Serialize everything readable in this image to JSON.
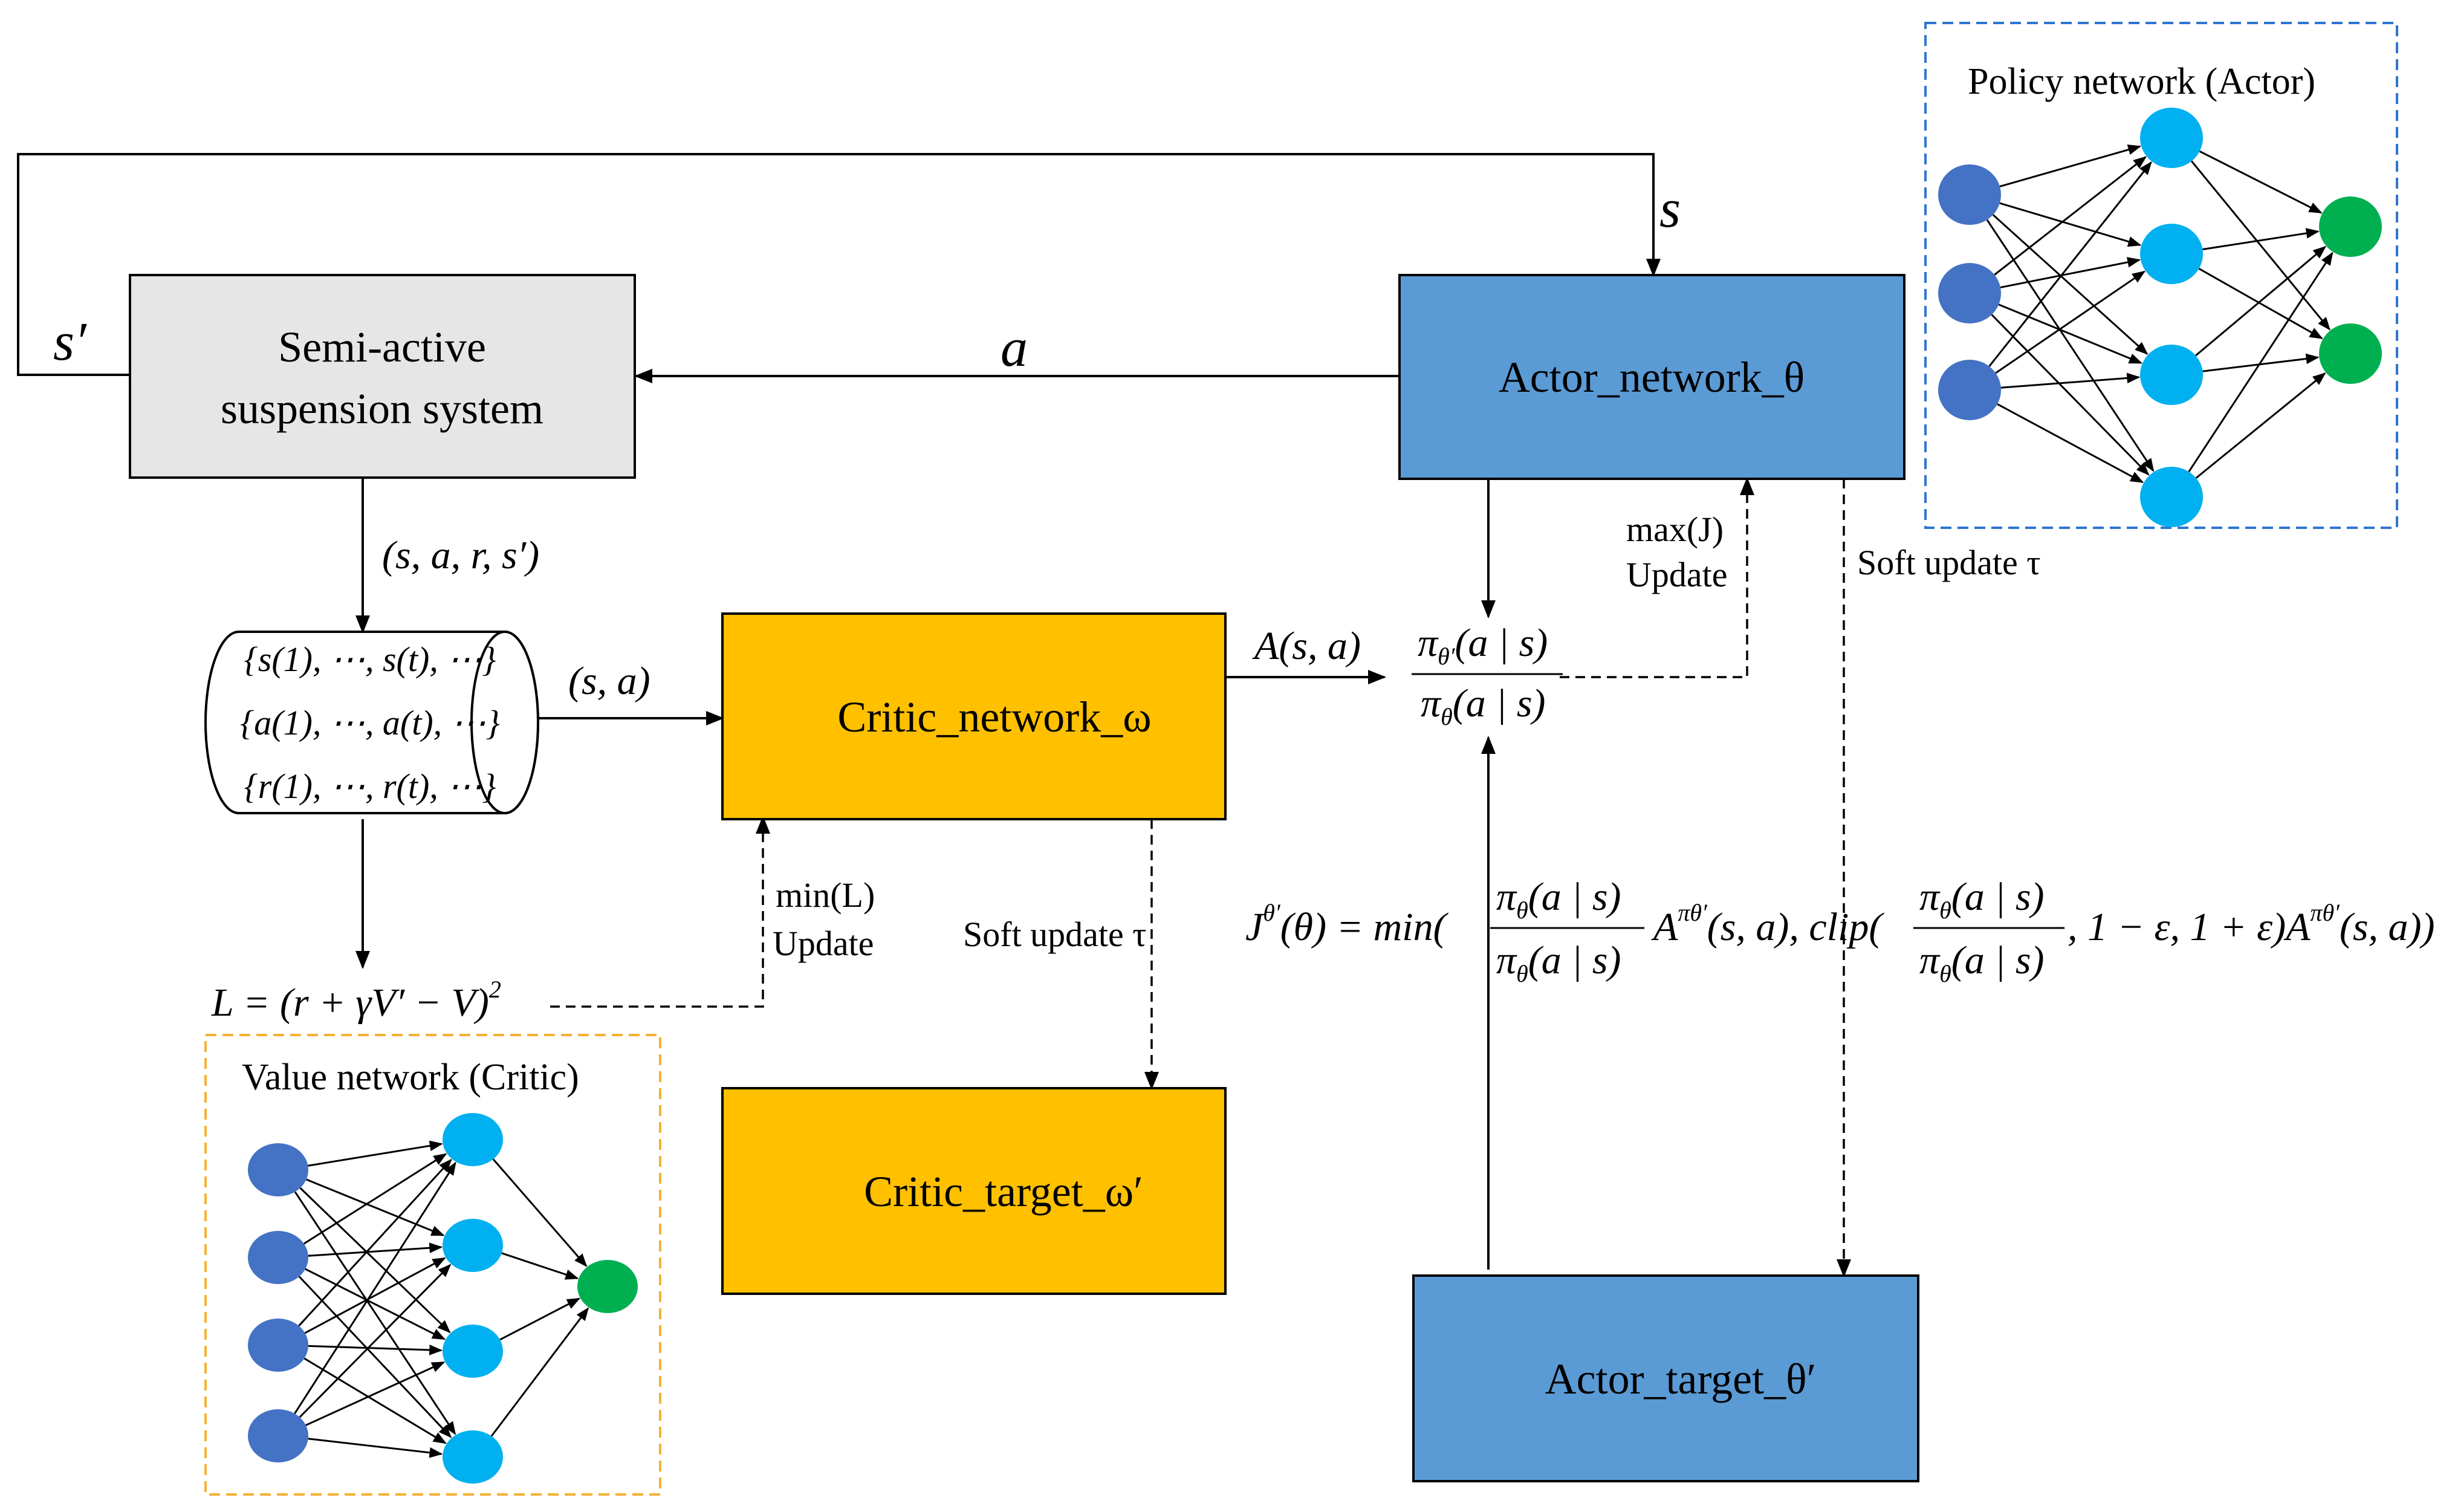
{
  "colors": {
    "gray_box": "#e6e6e6",
    "blue_box": "#5b9bd5",
    "gold_box": "#ffc000",
    "node_dark_blue": "#4472c4",
    "node_light_blue": "#00b0f0",
    "node_green": "#00b050",
    "actor_frame": "#2e75d2",
    "critic_frame": "#f4b233"
  },
  "boxes": {
    "suspension": {
      "line1": "Semi-active",
      "line2": "suspension system"
    },
    "actor_network": "Actor_network_θ",
    "critic_network": "Critic_network_ω",
    "critic_target": "Critic_target_ω′",
    "actor_target": "Actor_target_θ′"
  },
  "labels": {
    "s": "s",
    "s_prime": "s′",
    "a": "a",
    "transition": "(s, a, r, s′)",
    "sa": "(s, a)",
    "advantage": "A(s, a)",
    "ratio_num": "π",
    "ratio_num_sub": "θ′",
    "ratio_num_arg": "(a | s)",
    "ratio_den": "π",
    "ratio_den_sub": "θ",
    "ratio_den_arg": "(a | s)",
    "max_j": "max(J)",
    "update_actor": "Update",
    "min_l": "min(L)",
    "update_critic": "Update",
    "soft_update_critic": "Soft update τ",
    "soft_update_actor": "Soft update τ",
    "loss": "L = (r + γV′ − V)",
    "loss_exp": "2"
  },
  "buffer": {
    "row1": "{s(1), ⋯, s(t), ⋯}",
    "row2": "{a(1), ⋯, a(t), ⋯}",
    "row3": "{r(1), ⋯, r(t), ⋯}"
  },
  "objective": {
    "lhs": "J",
    "lhs_sup": "θ′",
    "lhs_arg": "(θ) = min(",
    "frac_num": "π",
    "frac_num_sub": "θ",
    "frac_num_arg": "(a | s)",
    "frac_den": "π",
    "frac_den_sub": "θ",
    "frac_den_arg": "(a | s)",
    "adv1": "A",
    "adv1_sup": "πθ′",
    "adv1_arg": "(s, a), clip(",
    "bounds": ", 1 − ε, 1 + ε)",
    "adv2": "A",
    "adv2_sup": "πθ′",
    "adv2_arg": "(s, a))"
  },
  "networks": {
    "policy_title": "Policy network (Actor)",
    "value_title": "Value network (Critic)"
  }
}
